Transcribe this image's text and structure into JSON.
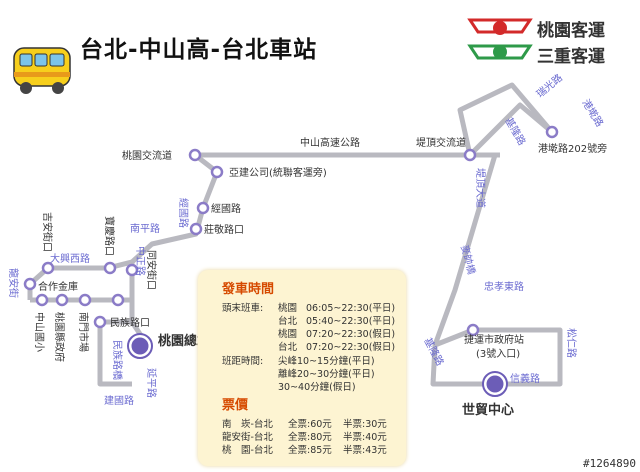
{
  "title": "台北-中山高-台北車站",
  "brands": [
    "桃園客運",
    "三重客運"
  ],
  "colors": {
    "route_line": "#b9b9c0",
    "stop_fill": "#ffffff",
    "stop_ring": "#8b7cc7",
    "terminal": "#6c5db7",
    "header_accent": "#d64a00",
    "logo_red": "#d32a2a",
    "logo_green": "#2e9a49",
    "info_bg": "#fdf4d2"
  },
  "labels": {
    "zhongshan_freeway": "中山高速公路",
    "taoyuan_interchange": "桃園交流道",
    "dingding_interchange": "堤頂交流道",
    "yalianpeng": "亞建公司(統聯客運旁)",
    "jingguo_road_v": "經國路",
    "jingguo_road_stop": "經國路",
    "zhuangjing_road": "莊敬路口",
    "nanping_road": "南平路",
    "zhongzheng_road": "中正路",
    "tongan_st": "同安街口",
    "baoqing_road": "寶慶路口",
    "jian_st": "吉安街口",
    "daxingxi_road": "大興西路",
    "longan_st": "龍安街",
    "hezuo_jinku": "合作金庫",
    "zhongshan_elem": "中山國小",
    "county_gov": "桃園縣政府",
    "nanmen_market": "南門市場",
    "minzu_road": "民族路口",
    "terminal_taoyuan": "桃園總站",
    "minzu_road_v": "民族路橋",
    "yanping_road": "延平路",
    "jianguo_road": "建國路",
    "ruiguang_road": "瑞光路",
    "gangqian_road": "港墘路",
    "gangqian_stop": "港墘路202號旁",
    "jixian_road": "基隆路",
    "dingding_ave": "堤頂大道",
    "maidao_bridge": "麥帥橋",
    "keelung_road2": "基隆路",
    "zhongxiao_e": "忠孝東路",
    "mrt_city_hall": "捷運市政府站",
    "exit3": "(3號入口)",
    "songren_road": "松仁路",
    "xinyi_road": "信義路",
    "terminal_wtc": "世貿中心"
  },
  "info": {
    "depart_head": "發車時間",
    "first_last_label": "頭末班車:",
    "schedules": [
      {
        "from": "桃園",
        "time": "06:05~22:30(平日)"
      },
      {
        "from": "台北",
        "time": "05:40~22:30(平日)"
      },
      {
        "from": "桃園",
        "time": "07:20~22:30(假日)"
      },
      {
        "from": "台北",
        "time": "07:20~22:30(假日)"
      }
    ],
    "headway_label": "班距時間:",
    "headways": [
      "尖峰10~15分鐘(平日)",
      "離峰20~30分鐘(平日)",
      "30~40分鐘(假日)"
    ],
    "fare_head": "票價",
    "fares": [
      {
        "route": "南　崁-台北",
        "full": "全票:60元",
        "half": "半票:30元"
      },
      {
        "route": "龍安街-台北",
        "full": "全票:80元",
        "half": "半票:40元"
      },
      {
        "route": "桃　園-台北",
        "full": "全票:85元",
        "half": "半票:43元"
      }
    ]
  },
  "watermark": "#1264890"
}
